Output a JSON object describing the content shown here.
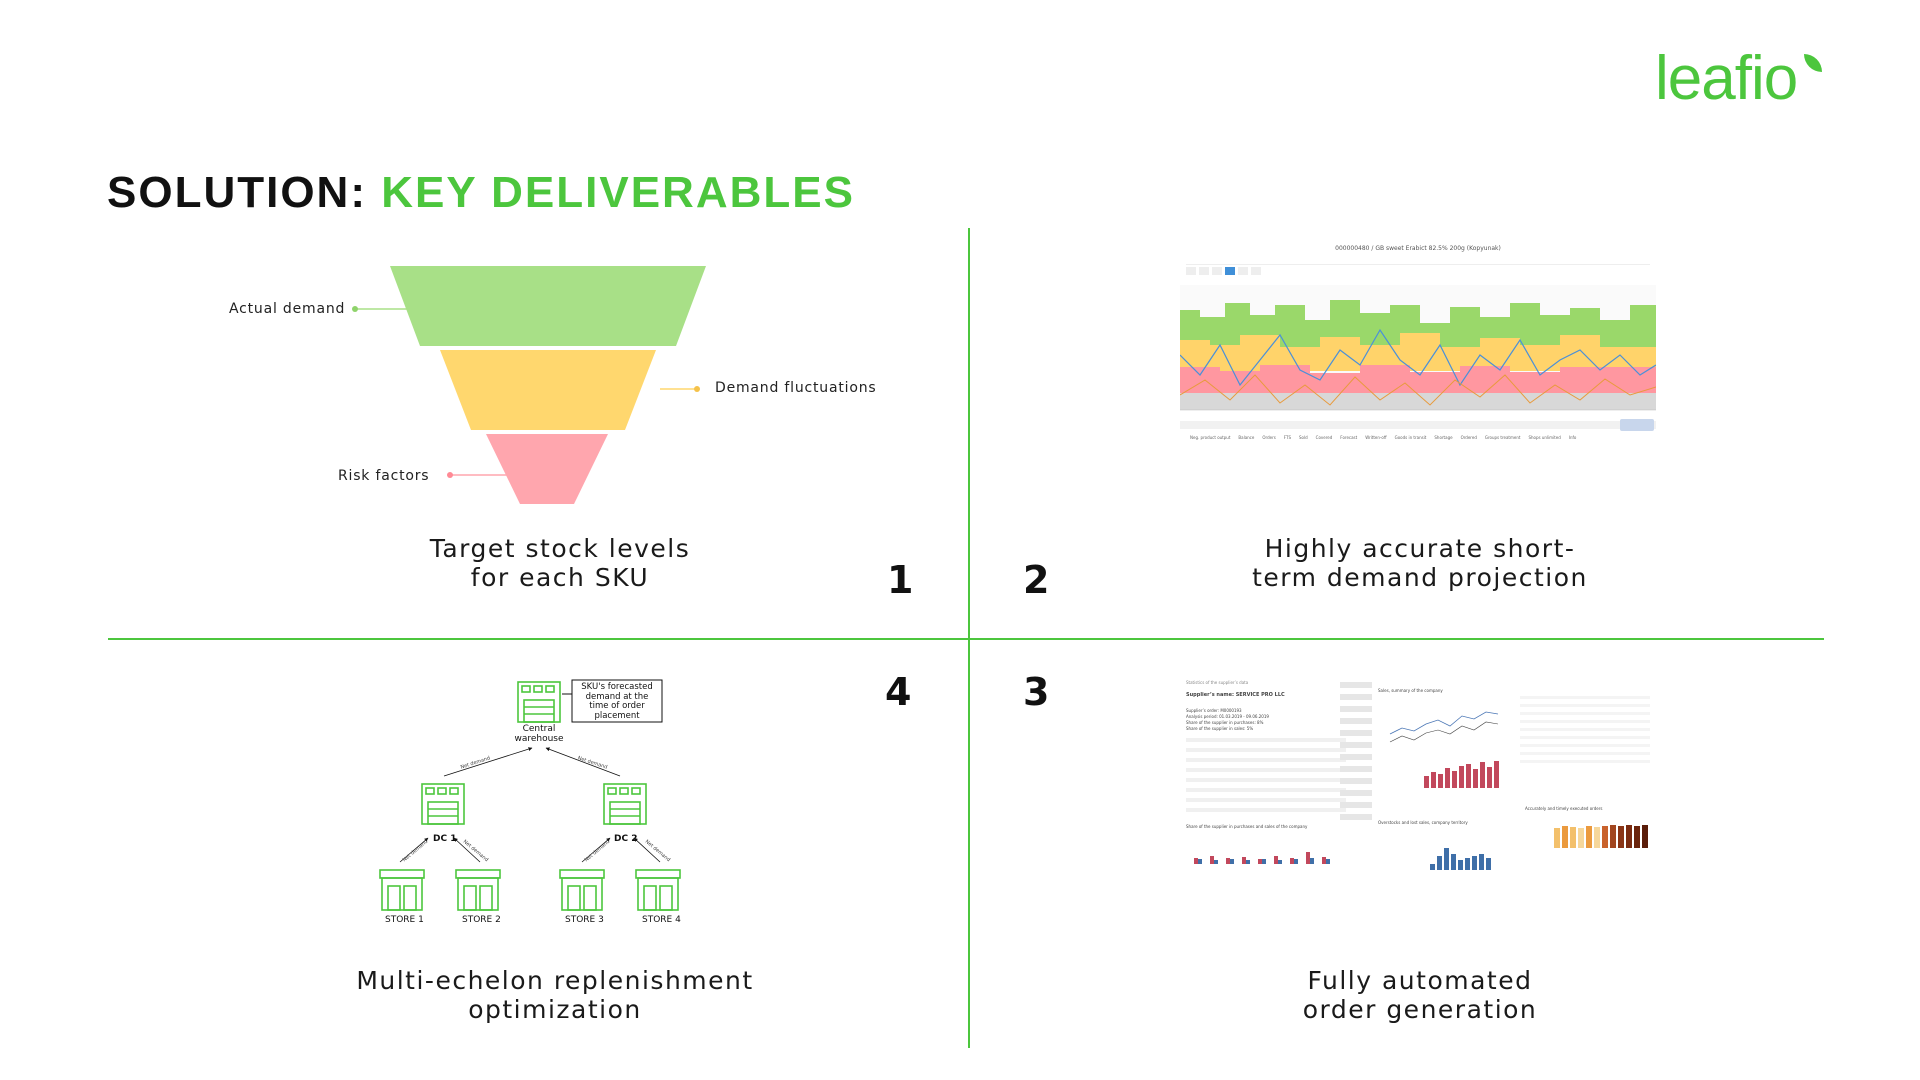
{
  "brand": {
    "name": "leafio",
    "color": "#4cc63d"
  },
  "title": {
    "prefix": "SOLUTION:",
    "highlight": "KEY DELIVERABLES"
  },
  "quadrants": [
    {
      "number": "1",
      "caption_lines": [
        "Target stock levels",
        "for each SKU"
      ],
      "funnel_labels": {
        "top": "Actual demand",
        "middle": "Demand fluctuations",
        "bottom": "Risk factors"
      },
      "funnel_colors": [
        "#a8e087",
        "#ffd76e",
        "#ffa6ae"
      ]
    },
    {
      "number": "2",
      "caption_lines": [
        "Highly accurate short-",
        "term demand projection"
      ],
      "screenshot_title": "000000480 / GB sweet Erabict 82.5% 200g (Kopyunak)",
      "legend": [
        "Neg. product output",
        "Balance",
        "Orders",
        "FTS",
        "Sold",
        "Covered",
        "Forecast",
        "Written-off",
        "Goods in transit",
        "Shortage",
        "Ordered",
        "Groups treatment",
        "Shops unlimited",
        "Info"
      ]
    },
    {
      "number": "3",
      "caption_lines": [
        "Fully automated",
        "order generation"
      ],
      "screenshot_header": "Statistics of the supplier’s data",
      "supplier_name": "Supplier’s name: SERVICE PRO LLC",
      "supplier_lines": [
        "Supplier’s order: M0000193",
        "Analysis period: 01.03.2019 - 09.06.2019",
        "Share of the supplier in purchases: 8%",
        "Share of the supplier in sales: 5%"
      ],
      "panel_titles": [
        "Sales, summary of the company",
        "Share of the supplier in purchases and sales of the company",
        "Overstocks and lost sales, company territory",
        "Accurately and timely executed orders"
      ]
    },
    {
      "number": "4",
      "caption_lines": [
        "Multi-echelon replenishment",
        "optimization"
      ],
      "central": [
        "Central",
        "warehouse"
      ],
      "callout_lines": [
        "SKU's forecasted",
        "demand at the",
        "time of order",
        "placement"
      ],
      "dcs": [
        "DC 1",
        "DC 2"
      ],
      "stores": [
        "STORE 1",
        "STORE 2",
        "STORE 3",
        "STORE 4"
      ],
      "edge_text": "Net demand",
      "icon_color": "#4cc63d"
    }
  ]
}
